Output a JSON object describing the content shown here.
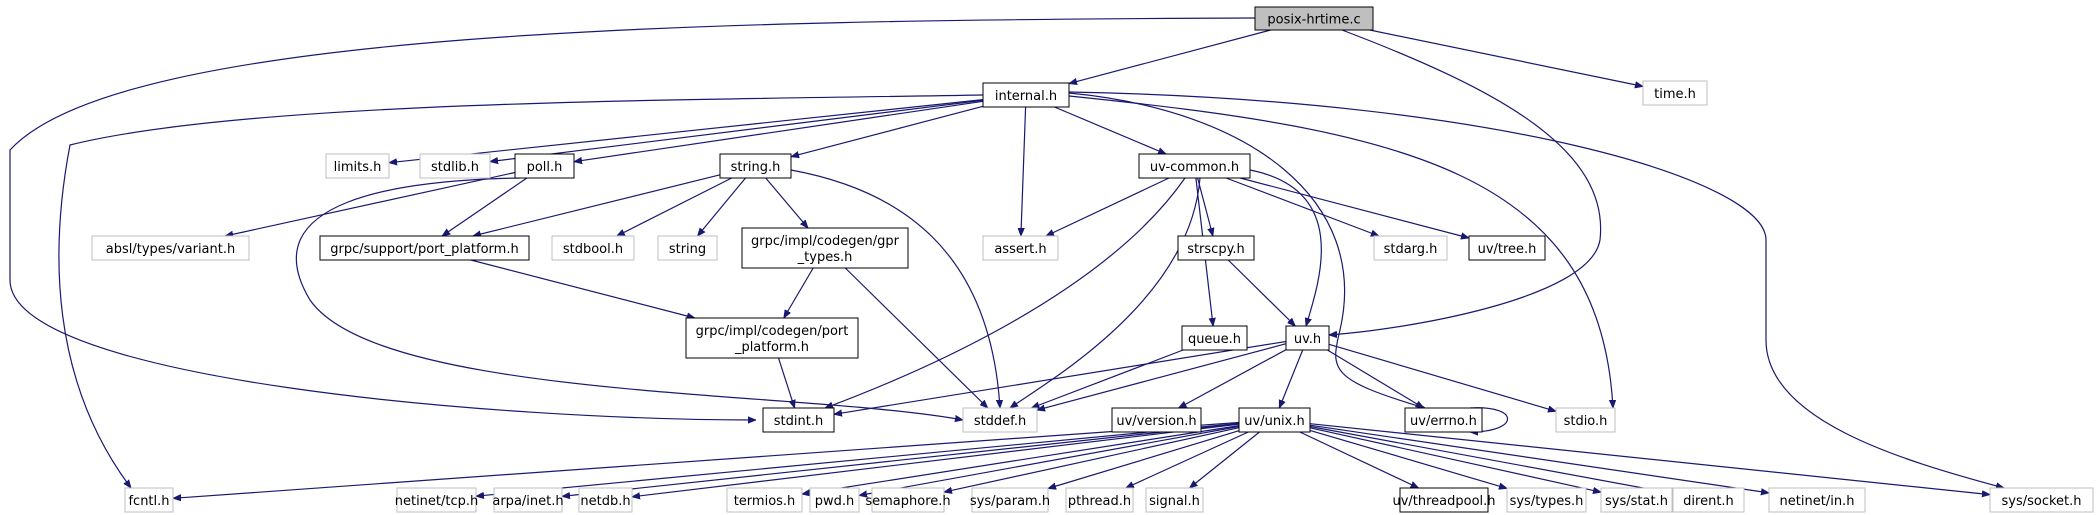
{
  "diagram": {
    "title": "posix-hrtime.c",
    "type": "include-dependency-graph",
    "colors": {
      "edge": "#191970",
      "root_fill": "#bfbfbf",
      "documented_border": "#000000",
      "external_border": "#bfbfbf"
    },
    "nodes": [
      {
        "id": "posix_hrtime",
        "label": [
          "posix-hrtime.c"
        ],
        "kind": "root"
      },
      {
        "id": "internal",
        "label": [
          "internal.h"
        ],
        "kind": "doc"
      },
      {
        "id": "time",
        "label": [
          "time.h"
        ],
        "kind": "ext"
      },
      {
        "id": "limits",
        "label": [
          "limits.h"
        ],
        "kind": "ext"
      },
      {
        "id": "stdlib",
        "label": [
          "stdlib.h"
        ],
        "kind": "ext"
      },
      {
        "id": "poll",
        "label": [
          "poll.h"
        ],
        "kind": "doc"
      },
      {
        "id": "string_h",
        "label": [
          "string.h"
        ],
        "kind": "doc"
      },
      {
        "id": "uv_common",
        "label": [
          "uv-common.h"
        ],
        "kind": "doc"
      },
      {
        "id": "assert",
        "label": [
          "assert.h"
        ],
        "kind": "ext"
      },
      {
        "id": "absl_variant",
        "label": [
          "absl/types/variant.h"
        ],
        "kind": "ext"
      },
      {
        "id": "grpc_support_pp",
        "label": [
          "grpc/support/port_platform.h"
        ],
        "kind": "doc"
      },
      {
        "id": "stdbool",
        "label": [
          "stdbool.h"
        ],
        "kind": "ext"
      },
      {
        "id": "string",
        "label": [
          "string"
        ],
        "kind": "ext"
      },
      {
        "id": "gpr_types",
        "label": [
          "grpc/impl/codegen/gpr",
          "_types.h"
        ],
        "kind": "doc"
      },
      {
        "id": "strscpy",
        "label": [
          "strscpy.h"
        ],
        "kind": "doc"
      },
      {
        "id": "stdarg",
        "label": [
          "stdarg.h"
        ],
        "kind": "ext"
      },
      {
        "id": "uv_tree",
        "label": [
          "uv/tree.h"
        ],
        "kind": "doc"
      },
      {
        "id": "codegen_pp",
        "label": [
          "grpc/impl/codegen/port",
          "_platform.h"
        ],
        "kind": "doc"
      },
      {
        "id": "queue",
        "label": [
          "queue.h"
        ],
        "kind": "doc"
      },
      {
        "id": "uv",
        "label": [
          "uv.h"
        ],
        "kind": "doc"
      },
      {
        "id": "stdint",
        "label": [
          "stdint.h"
        ],
        "kind": "doc"
      },
      {
        "id": "stddef",
        "label": [
          "stddef.h"
        ],
        "kind": "ext"
      },
      {
        "id": "uv_version",
        "label": [
          "uv/version.h"
        ],
        "kind": "doc"
      },
      {
        "id": "uv_unix",
        "label": [
          "uv/unix.h"
        ],
        "kind": "doc"
      },
      {
        "id": "uv_errno",
        "label": [
          "uv/errno.h"
        ],
        "kind": "doc"
      },
      {
        "id": "stdio",
        "label": [
          "stdio.h"
        ],
        "kind": "ext"
      },
      {
        "id": "fcntl",
        "label": [
          "fcntl.h"
        ],
        "kind": "ext"
      },
      {
        "id": "netinet_tcp",
        "label": [
          "netinet/tcp.h"
        ],
        "kind": "ext"
      },
      {
        "id": "arpa_inet",
        "label": [
          "arpa/inet.h"
        ],
        "kind": "ext"
      },
      {
        "id": "netdb",
        "label": [
          "netdb.h"
        ],
        "kind": "ext"
      },
      {
        "id": "termios",
        "label": [
          "termios.h"
        ],
        "kind": "ext"
      },
      {
        "id": "pwd",
        "label": [
          "pwd.h"
        ],
        "kind": "ext"
      },
      {
        "id": "semaphore",
        "label": [
          "semaphore.h"
        ],
        "kind": "ext"
      },
      {
        "id": "sys_param",
        "label": [
          "sys/param.h"
        ],
        "kind": "ext"
      },
      {
        "id": "pthread",
        "label": [
          "pthread.h"
        ],
        "kind": "ext"
      },
      {
        "id": "signal",
        "label": [
          "signal.h"
        ],
        "kind": "ext"
      },
      {
        "id": "uv_threadpool",
        "label": [
          "uv/threadpool.h"
        ],
        "kind": "doc"
      },
      {
        "id": "sys_types",
        "label": [
          "sys/types.h"
        ],
        "kind": "ext"
      },
      {
        "id": "sys_stat",
        "label": [
          "sys/stat.h"
        ],
        "kind": "ext"
      },
      {
        "id": "dirent",
        "label": [
          "dirent.h"
        ],
        "kind": "ext"
      },
      {
        "id": "netinet_in",
        "label": [
          "netinet/in.h"
        ],
        "kind": "ext"
      },
      {
        "id": "sys_socket",
        "label": [
          "sys/socket.h"
        ],
        "kind": "ext"
      }
    ],
    "edges": [
      [
        "posix_hrtime",
        "internal"
      ],
      [
        "posix_hrtime",
        "time"
      ],
      [
        "posix_hrtime",
        "uv"
      ],
      [
        "posix_hrtime",
        "stdint"
      ],
      [
        "internal",
        "limits"
      ],
      [
        "internal",
        "stdlib"
      ],
      [
        "internal",
        "poll"
      ],
      [
        "internal",
        "string_h"
      ],
      [
        "internal",
        "uv_common"
      ],
      [
        "internal",
        "assert"
      ],
      [
        "internal",
        "fcntl"
      ],
      [
        "internal",
        "uv_errno"
      ],
      [
        "internal",
        "stdio"
      ],
      [
        "internal",
        "sys_socket"
      ],
      [
        "poll",
        "absl_variant"
      ],
      [
        "poll",
        "grpc_support_pp"
      ],
      [
        "poll",
        "stddef"
      ],
      [
        "string_h",
        "grpc_support_pp"
      ],
      [
        "string_h",
        "stdbool"
      ],
      [
        "string_h",
        "string"
      ],
      [
        "string_h",
        "gpr_types"
      ],
      [
        "string_h",
        "stddef"
      ],
      [
        "grpc_support_pp",
        "codegen_pp"
      ],
      [
        "gpr_types",
        "codegen_pp"
      ],
      [
        "gpr_types",
        "stddef"
      ],
      [
        "codegen_pp",
        "stdint"
      ],
      [
        "uv_common",
        "assert"
      ],
      [
        "uv_common",
        "strscpy"
      ],
      [
        "uv_common",
        "stdarg"
      ],
      [
        "uv_common",
        "uv_tree"
      ],
      [
        "uv_common",
        "queue"
      ],
      [
        "uv_common",
        "uv"
      ],
      [
        "uv_common",
        "stdint"
      ],
      [
        "uv_common",
        "stddef"
      ],
      [
        "strscpy",
        "uv"
      ],
      [
        "queue",
        "stddef"
      ],
      [
        "uv",
        "stdint"
      ],
      [
        "uv",
        "stddef"
      ],
      [
        "uv",
        "uv_version"
      ],
      [
        "uv",
        "uv_unix"
      ],
      [
        "uv",
        "uv_errno"
      ],
      [
        "uv",
        "stdio"
      ],
      [
        "uv_errno",
        "uv_errno"
      ],
      [
        "uv_unix",
        "fcntl"
      ],
      [
        "uv_unix",
        "netinet_tcp"
      ],
      [
        "uv_unix",
        "arpa_inet"
      ],
      [
        "uv_unix",
        "netdb"
      ],
      [
        "uv_unix",
        "termios"
      ],
      [
        "uv_unix",
        "pwd"
      ],
      [
        "uv_unix",
        "semaphore"
      ],
      [
        "uv_unix",
        "sys_param"
      ],
      [
        "uv_unix",
        "pthread"
      ],
      [
        "uv_unix",
        "signal"
      ],
      [
        "uv_unix",
        "uv_threadpool"
      ],
      [
        "uv_unix",
        "sys_types"
      ],
      [
        "uv_unix",
        "sys_stat"
      ],
      [
        "uv_unix",
        "dirent"
      ],
      [
        "uv_unix",
        "netinet_in"
      ],
      [
        "uv_unix",
        "sys_socket"
      ]
    ]
  }
}
